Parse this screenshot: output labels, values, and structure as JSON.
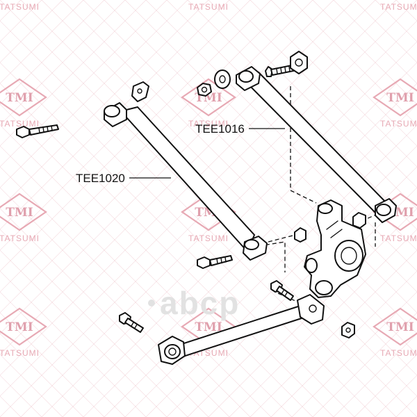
{
  "colors": {
    "watermark": "#e7a9b4",
    "watermark_logo_text": "#e0a0ad",
    "brand": "#e2e2e2",
    "line": "#111111"
  },
  "watermark": {
    "logo_text": "TMI",
    "sub_text": "TATSUMI"
  },
  "brand": "аbcp",
  "callouts": [
    {
      "id": "upper-arm",
      "label": "TEE1016"
    },
    {
      "id": "lower-arm",
      "label": "TEE1020"
    }
  ],
  "icons": [
    "tmi-logo-icon",
    "bolt-icon",
    "nut-icon",
    "washer-icon",
    "knuckle-icon"
  ]
}
